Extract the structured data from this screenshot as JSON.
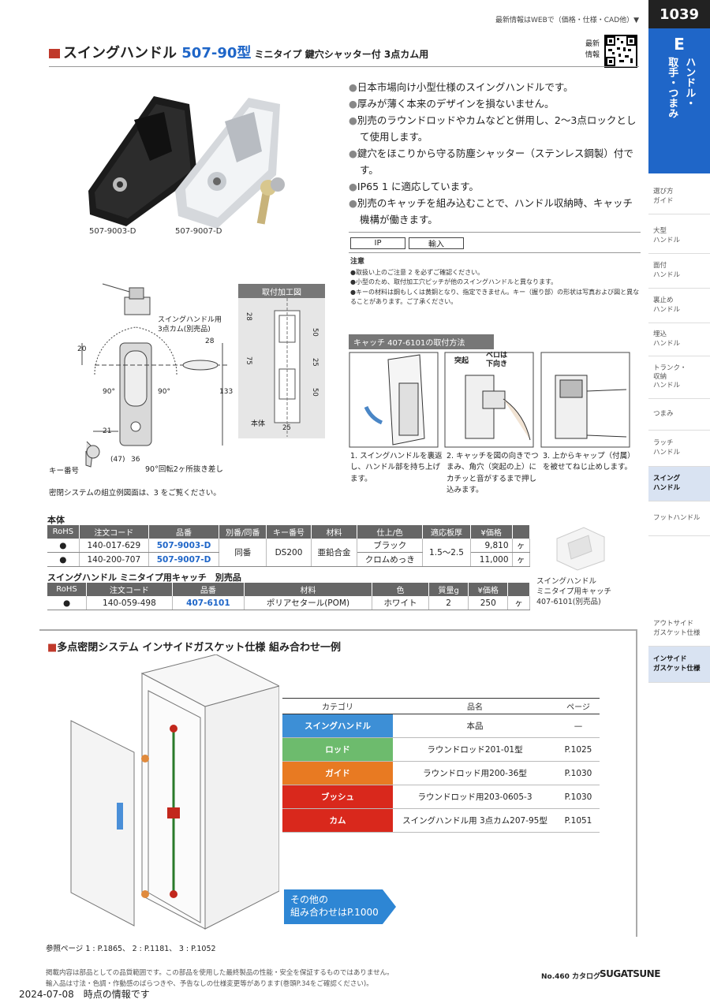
{
  "header": {
    "top_note": "最新情報はWEBで（価格・仕様・CAD他）▼",
    "page_number": "1039",
    "section_letter": "E",
    "section_title_1": "ハンドル・",
    "section_title_2": "取手・つまみ",
    "qr_label_1": "最新",
    "qr_label_2": "情報"
  },
  "title": {
    "main": "スイングハンドル ",
    "model": "507-90型",
    "sub": " ミニタイプ 鍵穴シャッター付 3点カム用"
  },
  "sidebar": [
    {
      "label": "選び方\nガイド",
      "active": false
    },
    {
      "label": "大型\nハンドル",
      "active": false
    },
    {
      "label": "面付\nハンドル",
      "active": false
    },
    {
      "label": "裏止め\nハンドル",
      "active": false
    },
    {
      "label": "埋込\nハンドル",
      "active": false
    },
    {
      "label": "トランク・\n収納\nハンドル",
      "active": false
    },
    {
      "label": "つまみ",
      "active": false
    },
    {
      "label": "ラッチ\nハンドル",
      "active": false
    },
    {
      "label": "スイング\nハンドル",
      "active": true
    },
    {
      "label": "フットハンドル",
      "active": false
    },
    {
      "label": "アウトサイド\nガスケット仕様",
      "active": false
    },
    {
      "label": "インサイド\nガスケット仕様",
      "active": true
    }
  ],
  "features": [
    "日本市場向け小型仕様のスイングハンドルです。",
    "厚みが薄く本来のデザインを損ないません。",
    "別売のラウンドロッドやカムなどと併用し、2～3点ロックとして使用します。",
    "鍵穴をほこりから守る防塵シャッター（ステンレス鋼製）付です。",
    "IP65 1 に適応しています。",
    "別売のキャッチを組み込むことで、ハンドル収納時、キャッチ機構が働きます。"
  ],
  "badges": [
    "IP",
    "輸入"
  ],
  "notes": {
    "heading": "注意",
    "items": [
      "●取扱い上のご注意 2 を必ずご確認ください。",
      "●小型のため、取付加工穴ピッチが他のスイングハンドルと異なります。",
      "●キーの材料は鋼もしくは黄銅となり、指定できません。キー（握り部）の形状は写真および図と異なることがあります。ご了承ください。"
    ]
  },
  "photos": {
    "black": "507-9003-D",
    "chrome": "507-9007-D"
  },
  "drawing": {
    "cam_label_1": "スイングハンドル用",
    "cam_label_2": "3点カム(別売品)",
    "key_label": "キー番号",
    "rotation": "90°回転2ヶ所抜き差し",
    "dims": [
      "20",
      "28",
      "133",
      "21",
      "(47)",
      "36",
      "90°",
      "90°"
    ],
    "system_note": "密閉システムの組立例図面は、3 をご覧ください。",
    "cutout_title": "取付加工図",
    "cutout_body": "本体",
    "cutout_dims": [
      "28",
      "75",
      "50",
      "25",
      "50",
      "25"
    ]
  },
  "catch": {
    "title": "キャッチ 407-6101の取付方法",
    "label_protrusion": "突起",
    "label_tab": "ベロは\n下向き",
    "steps": [
      "1. スイングハンドルを裏返し、ハンドル部を持ち上げます。",
      "2. キャッチを図の向きでつまみ、角穴（突起の上）にカチッと音がするまで押し込みます。",
      "3. 上からキャップ（付属）を被せてねじ止めします。"
    ]
  },
  "main_table": {
    "title": "本体",
    "headers": [
      "RoHS",
      "注文コード",
      "品番",
      "別番/同番",
      "キー番号",
      "材料",
      "仕上/色",
      "適応板厚",
      "¥価格",
      ""
    ],
    "rows": [
      {
        "rohs": "●",
        "code": "140-017-629",
        "part": "507-9003-D",
        "finish": "ブラック",
        "price": "9,810",
        "unit": "ヶ"
      },
      {
        "rohs": "●",
        "code": "140-200-707",
        "part": "507-9007-D",
        "finish": "クロムめっき",
        "price": "11,000",
        "unit": "ヶ"
      }
    ],
    "shared": {
      "alt": "同番",
      "key": "DS200",
      "material": "亜鉛合金",
      "thickness": "1.5～2.5"
    }
  },
  "catch_table": {
    "title": "スイングハンドル ミニタイプ用キャッチ　別売品",
    "headers": [
      "RoHS",
      "注文コード",
      "品番",
      "材料",
      "色",
      "質量g",
      "¥価格",
      ""
    ],
    "row": {
      "rohs": "●",
      "code": "140-059-498",
      "part": "407-6101",
      "material": "ポリアセタール(POM)",
      "color": "ホワイト",
      "mass": "2",
      "price": "250",
      "unit": "ヶ"
    },
    "caption": "スイングハンドル\nミニタイプ用キャッチ\n407-6101(別売品)"
  },
  "system": {
    "title": "多点密閉システム インサイドガスケット仕様 組み合わせ一例",
    "headers": [
      "カテゴリ",
      "品名",
      "ページ"
    ],
    "rows": [
      {
        "category": "スイングハンドル",
        "name": "本品",
        "page": "—",
        "color": "#3d8fd6"
      },
      {
        "category": "ロッド",
        "name": "ラウンドロッド201-01型",
        "page": "P.1025",
        "color": "#6dbb6d"
      },
      {
        "category": "ガイド",
        "name": "ラウンドロッド用200-36型",
        "page": "P.1030",
        "color": "#e87a22"
      },
      {
        "category": "ブッシュ",
        "name": "ラウンドロッド用203-0605-3",
        "page": "P.1030",
        "color": "#d9281c"
      },
      {
        "category": "カム",
        "name": "スイングハンドル用 3点カム207-95型",
        "page": "P.1051",
        "color": "#d9281c"
      }
    ],
    "more_1": "その他の",
    "more_2": "組み合わせはP.1000"
  },
  "footer": {
    "refs": "参照ページ 1 : P.1865、 2 : P.1181、 3 : P.1052",
    "note_1": "掲載内容は部品としての品質範囲です。この部品を使用した最終製品の性能・安全を保証するものではありません。",
    "note_2": "輸入品は寸法・色調・作動感のばらつきや、予告なしの仕様変更等があります(巻頭P.34をご確認ください)。",
    "date": "2024-07-08　時点の情報です",
    "catalog": "No.460 カタログ",
    "brand": "SUGATSUNE"
  }
}
